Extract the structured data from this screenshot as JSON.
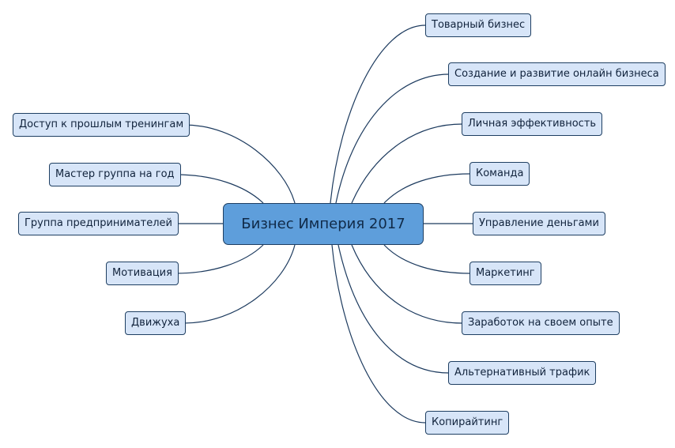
{
  "mindmap": {
    "center": {
      "label": "Бизнес Империя 2017"
    },
    "right": [
      {
        "label": "Товарный бизнес"
      },
      {
        "label": "Создание и развитие онлайн бизнеса"
      },
      {
        "label": "Личная эффективность"
      },
      {
        "label": "Команда"
      },
      {
        "label": "Управление деньгами"
      },
      {
        "label": "Маркетинг"
      },
      {
        "label": "Заработок на своем опыте"
      },
      {
        "label": "Альтернативный трафик"
      },
      {
        "label": "Копирайтинг"
      }
    ],
    "left": [
      {
        "label": "Доступ к прошлым тренингам"
      },
      {
        "label": "Мастер группа на год"
      },
      {
        "label": "Группа предпринимателей"
      },
      {
        "label": "Мотивация"
      },
      {
        "label": "Движуха"
      }
    ]
  }
}
